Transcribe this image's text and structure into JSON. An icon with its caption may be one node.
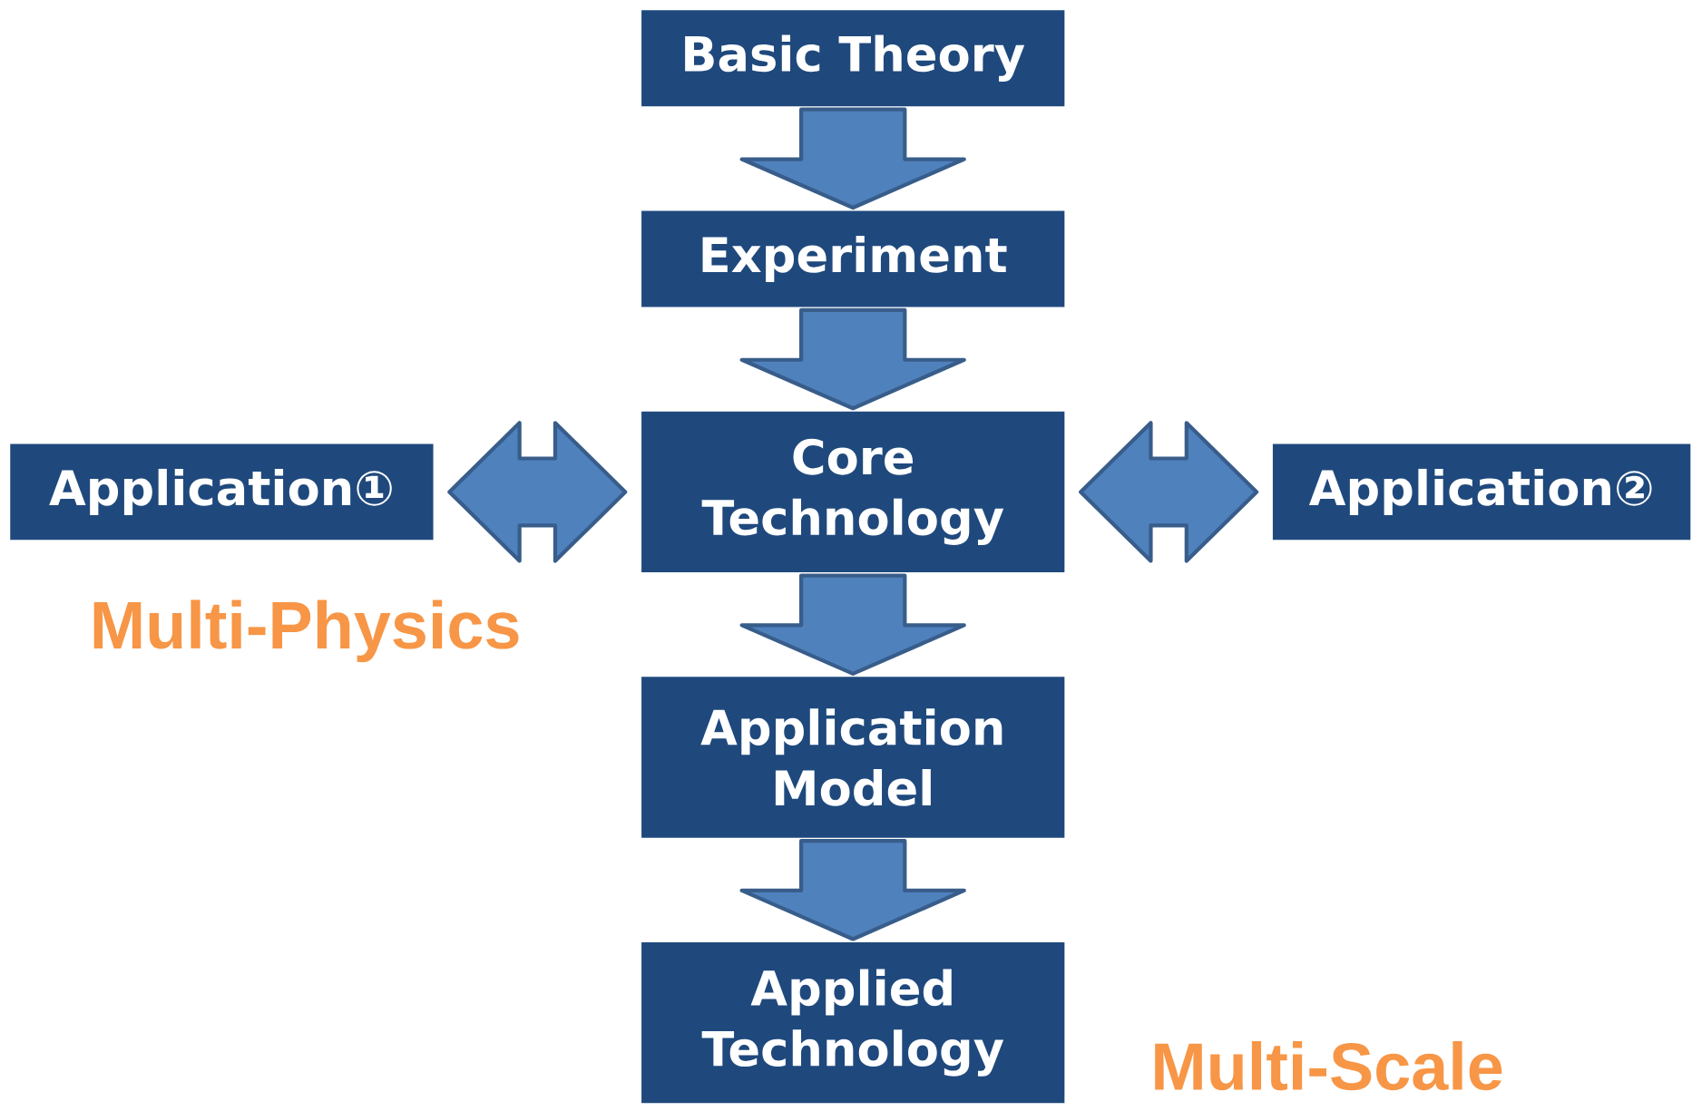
{
  "diagram": {
    "nodes": [
      {
        "text": [
          "Basic Theory"
        ]
      },
      {
        "text": [
          "Experiment"
        ]
      },
      {
        "text": [
          "Application①"
        ]
      },
      {
        "text": [
          "Core Technology"
        ]
      },
      {
        "text": [
          "Application②"
        ]
      },
      {
        "text": [
          "Application Model"
        ]
      },
      {
        "text": [
          "Applied Technology"
        ]
      }
    ],
    "edges": [
      {
        "from": 0,
        "to": 1,
        "arrow": "to"
      },
      {
        "from": 1,
        "to": 3,
        "arrow": "to"
      },
      {
        "from": 2,
        "to": 3,
        "arrow": "both"
      },
      {
        "from": 3,
        "to": 4,
        "arrow": "both"
      },
      {
        "from": 3,
        "to": 5,
        "arrow": "to"
      },
      {
        "from": 5,
        "to": 6,
        "arrow": "to"
      }
    ],
    "labels": [
      "Multi-Physics",
      "Multi-Scale"
    ]
  }
}
